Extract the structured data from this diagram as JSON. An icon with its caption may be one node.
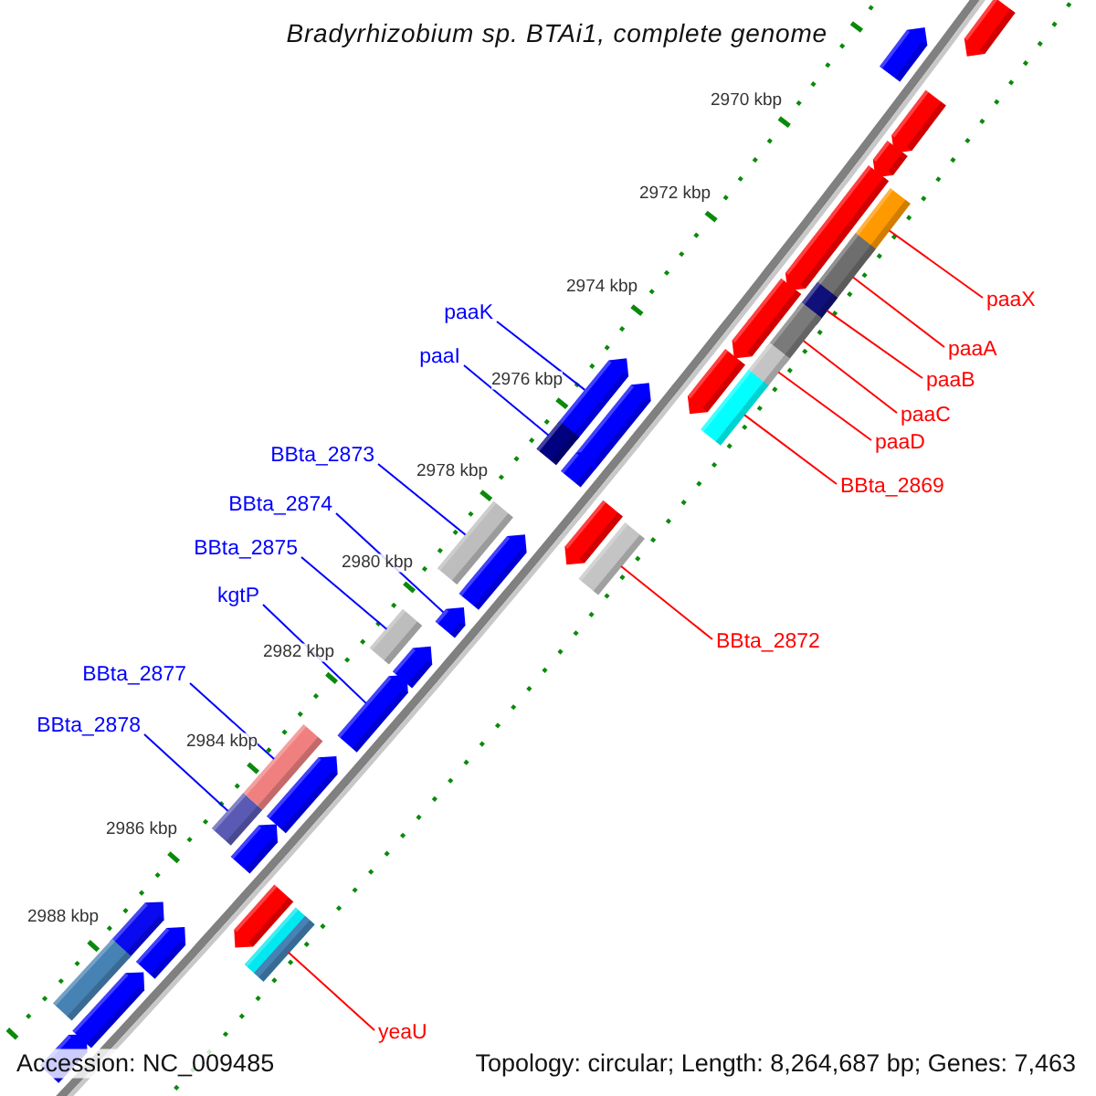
{
  "diagram": {
    "title": "Bradyrhizobium sp. BTAi1, complete genome",
    "nodes": [
      {
        "text": [
          "paaX"
        ]
      },
      {
        "text": [],
        "shape": "box"
      },
      {
        "text": [
          "paaK"
        ]
      },
      {
        "text": [],
        "shape": "pentagon"
      },
      {
        "text": [
          "paaI"
        ]
      },
      {
        "text": [],
        "shape": "box"
      },
      {
        "text": [
          "paaA"
        ]
      },
      {
        "text": [],
        "shape": "box"
      },
      {
        "text": [
          "paaB"
        ]
      },
      {
        "text": [],
        "shape": "box"
      },
      {
        "text": [
          "paaC"
        ]
      },
      {
        "text": [],
        "shape": "box"
      },
      {
        "text": [
          "paaD"
        ]
      },
      {
        "text": [],
        "shape": "box"
      },
      {
        "text": [
          "BBta_2873"
        ]
      },
      {
        "text": [],
        "shape": "box"
      },
      {
        "text": [
          "BBta_2869"
        ]
      },
      {
        "text": [],
        "shape": "box"
      },
      {
        "text": [
          "BBta_2874"
        ]
      },
      {
        "text": [],
        "shape": "pentagon"
      },
      {
        "text": [
          "BBta_2875"
        ]
      },
      {
        "text": [],
        "shape": "box"
      },
      {
        "text": [
          "kgtP"
        ]
      },
      {
        "text": [],
        "shape": "pentagon"
      },
      {
        "text": [
          "BBta_2872"
        ]
      },
      {
        "text": [],
        "shape": "box"
      },
      {
        "text": [
          "BBta_2877"
        ]
      },
      {
        "text": [],
        "shape": "box"
      },
      {
        "text": [
          "BBta_2878"
        ]
      },
      {
        "text": [],
        "shape": "box"
      },
      {
        "text": [
          "yeaU"
        ]
      },
      {
        "text": [],
        "shape": "box"
      },
      {
        "text": [],
        "shape": "pentagon"
      },
      {
        "text": [],
        "shape": "pentagon"
      },
      {
        "text": [],
        "shape": "pentagon"
      },
      {
        "text": [],
        "shape": "pentagon"
      },
      {
        "text": [],
        "shape": "pentagon"
      },
      {
        "text": [],
        "shape": "pentagon"
      },
      {
        "text": [],
        "shape": "pentagon"
      },
      {
        "text": [],
        "shape": "pentagon"
      },
      {
        "text": [],
        "shape": "pentagon"
      },
      {
        "text": [],
        "shape": "pentagon"
      },
      {
        "text": [],
        "shape": "pentagon"
      },
      {
        "text": [],
        "shape": "pentagon"
      },
      {
        "text": [],
        "shape": "pentagon"
      },
      {
        "text": [],
        "shape": "pentagon"
      },
      {
        "text": [],
        "shape": "pentagon"
      },
      {
        "text": [],
        "shape": "pentagon"
      },
      {
        "text": [],
        "shape": "pentagon"
      },
      {
        "text": [],
        "shape": "pentagon"
      },
      {
        "text": [],
        "shape": "pentagon"
      },
      {
        "text": [],
        "shape": "pentagon"
      },
      {
        "text": [],
        "shape": "box"
      },
      {
        "text": [],
        "shape": "pentagon"
      },
      {
        "text": [],
        "shape": "pentagon"
      }
    ],
    "edges": [
      {
        "from": 0,
        "to": 1,
        "arrow": "none",
        "color": "#ff0000"
      },
      {
        "from": 2,
        "to": 3,
        "arrow": "none",
        "color": "#0000ff"
      },
      {
        "from": 4,
        "to": 5,
        "arrow": "none",
        "color": "#0000ff"
      },
      {
        "from": 6,
        "to": 7,
        "arrow": "none",
        "color": "#ff0000"
      },
      {
        "from": 8,
        "to": 9,
        "arrow": "none",
        "color": "#ff0000"
      },
      {
        "from": 10,
        "to": 11,
        "arrow": "none",
        "color": "#ff0000"
      },
      {
        "from": 12,
        "to": 13,
        "arrow": "none",
        "color": "#ff0000"
      },
      {
        "from": 14,
        "to": 15,
        "arrow": "none",
        "color": "#0000ff"
      },
      {
        "from": 16,
        "to": 17,
        "arrow": "none",
        "color": "#ff0000"
      },
      {
        "from": 18,
        "to": 19,
        "arrow": "none",
        "color": "#0000ff"
      },
      {
        "from": 20,
        "to": 21,
        "arrow": "none",
        "color": "#0000ff"
      },
      {
        "from": 22,
        "to": 23,
        "arrow": "none",
        "color": "#0000ff"
      },
      {
        "from": 24,
        "to": 25,
        "arrow": "none",
        "color": "#ff0000"
      },
      {
        "from": 26,
        "to": 27,
        "arrow": "none",
        "color": "#0000ff"
      },
      {
        "from": 28,
        "to": 29,
        "arrow": "none",
        "color": "#0000ff"
      },
      {
        "from": 30,
        "to": 31,
        "arrow": "none",
        "color": "#ff0000"
      }
    ],
    "labels": [
      "2970 kbp",
      "2972 kbp",
      "2974 kbp",
      "2976 kbp",
      "2978 kbp",
      "2980 kbp",
      "2982 kbp",
      "2984 kbp",
      "2986 kbp",
      "2988 kbp",
      "Accession: NC_009485",
      "Topology: circular; Length: 8,264,687 bp; Genes: 7,463"
    ]
  }
}
